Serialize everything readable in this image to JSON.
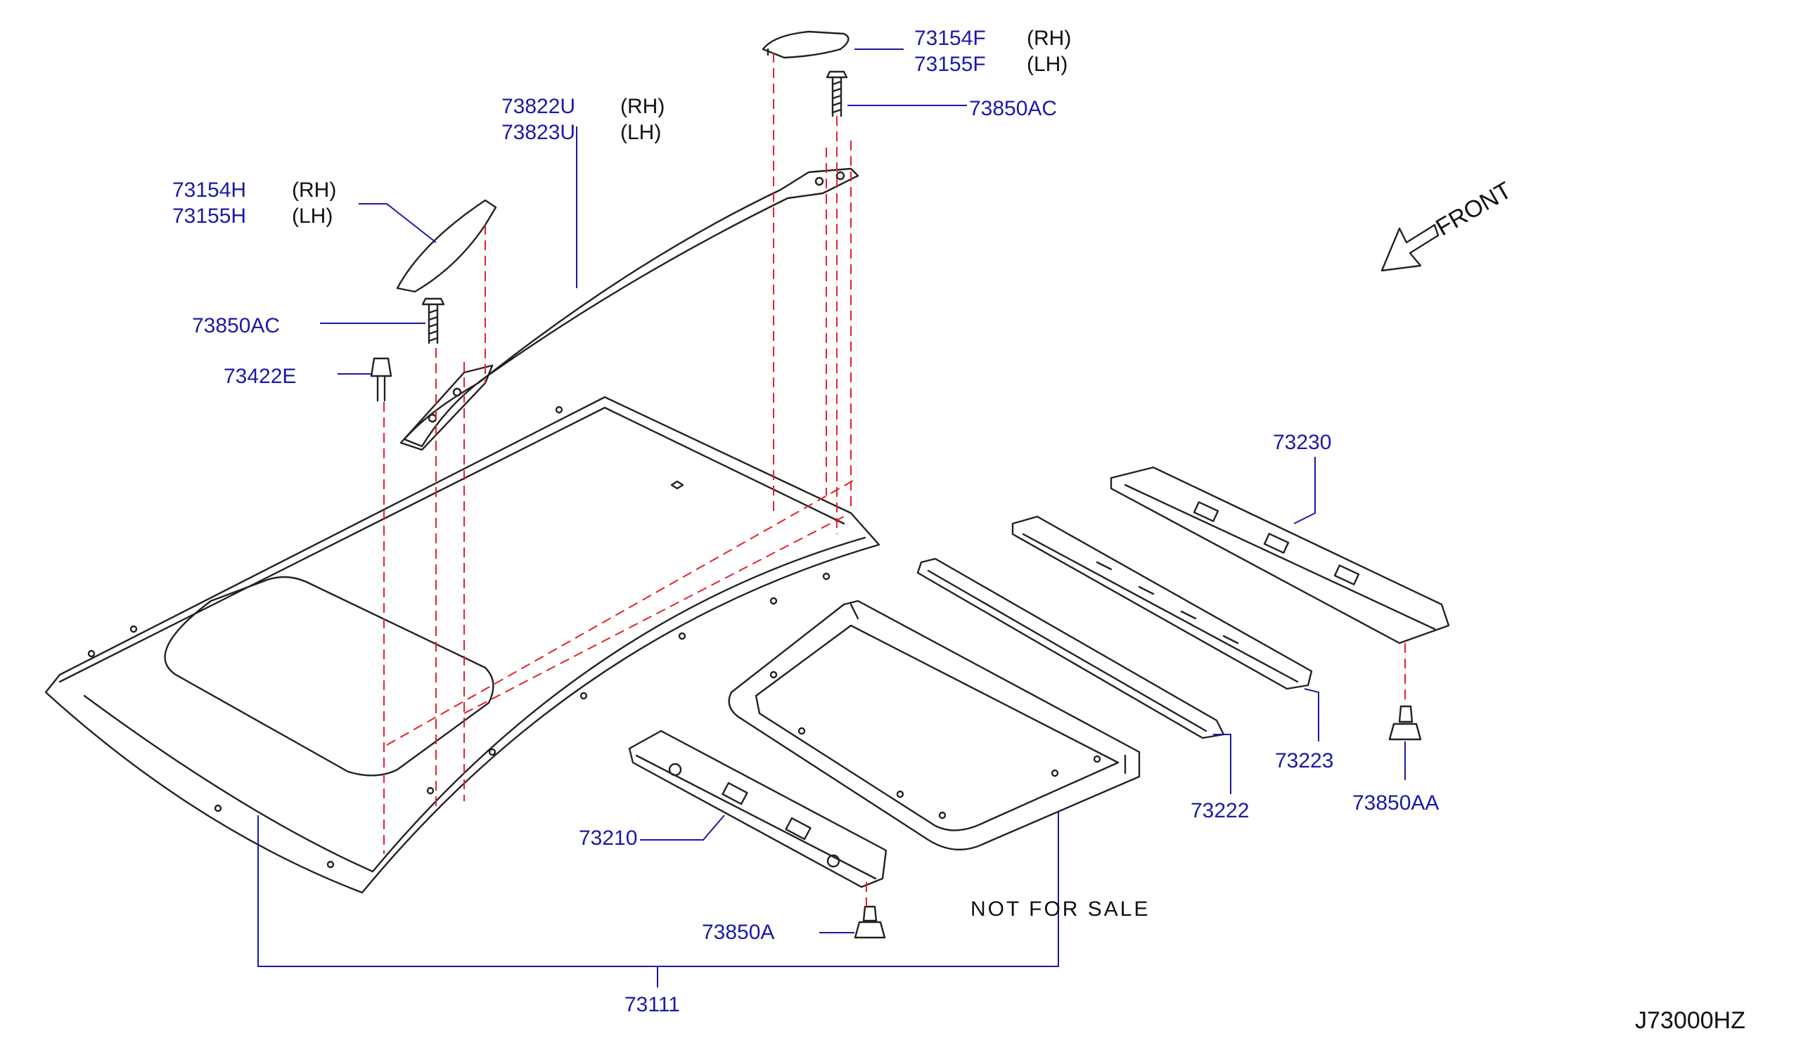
{
  "labels": {
    "p73154F": "73154F",
    "p73155F": "73155F",
    "p73822U": "73822U",
    "p73823U": "73823U",
    "p73850AC_top": "73850AC",
    "p73154H": "73154H",
    "p73155H": "73155H",
    "p73850AC_left": "73850AC",
    "p73422E": "73422E",
    "p73230": "73230",
    "p73223": "73223",
    "p73850AA": "73850AA",
    "p73222": "73222",
    "p73210": "73210",
    "p73850A": "73850A",
    "p73111": "73111"
  },
  "side": {
    "rh": "(RH)",
    "lh": "(LH)"
  },
  "notes": {
    "not_for_sale": "NOT FOR SALE",
    "front": "FRONT",
    "diagram_code": "J73000HZ"
  },
  "colors": {
    "part_number": "#1a1aa8",
    "leader_line": "#1a1aa8",
    "drawing": "#222222",
    "alignment_dash": "#e8202a"
  }
}
